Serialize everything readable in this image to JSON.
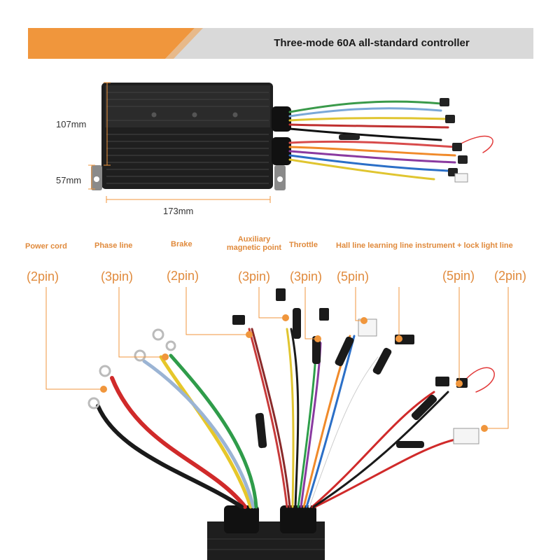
{
  "banner": {
    "title": "Three-mode 60A all-standard controller",
    "accent_color": "#f0963c"
  },
  "dimensions": {
    "height": "107mm",
    "depth": "57mm",
    "width": "173mm"
  },
  "wires": [
    {
      "label": "Power cord",
      "pins": "(2pin)"
    },
    {
      "label": "Phase line",
      "pins": "(3pin)"
    },
    {
      "label": "Brake",
      "pins": "(2pin)"
    },
    {
      "label": "Auxiliary magnetic point",
      "pins": "(3pin)"
    },
    {
      "label": "Throttle",
      "pins": "(3pin)"
    },
    {
      "label": "Hall line learning line instrument + lock light line",
      "pins_a": "(5pin)",
      "pins_b": "(5pin)",
      "pins_c": "(2pin)"
    }
  ],
  "colors": {
    "callout": "#f0963c",
    "label": "#e08a3c",
    "housing": "#1e1e1e"
  }
}
